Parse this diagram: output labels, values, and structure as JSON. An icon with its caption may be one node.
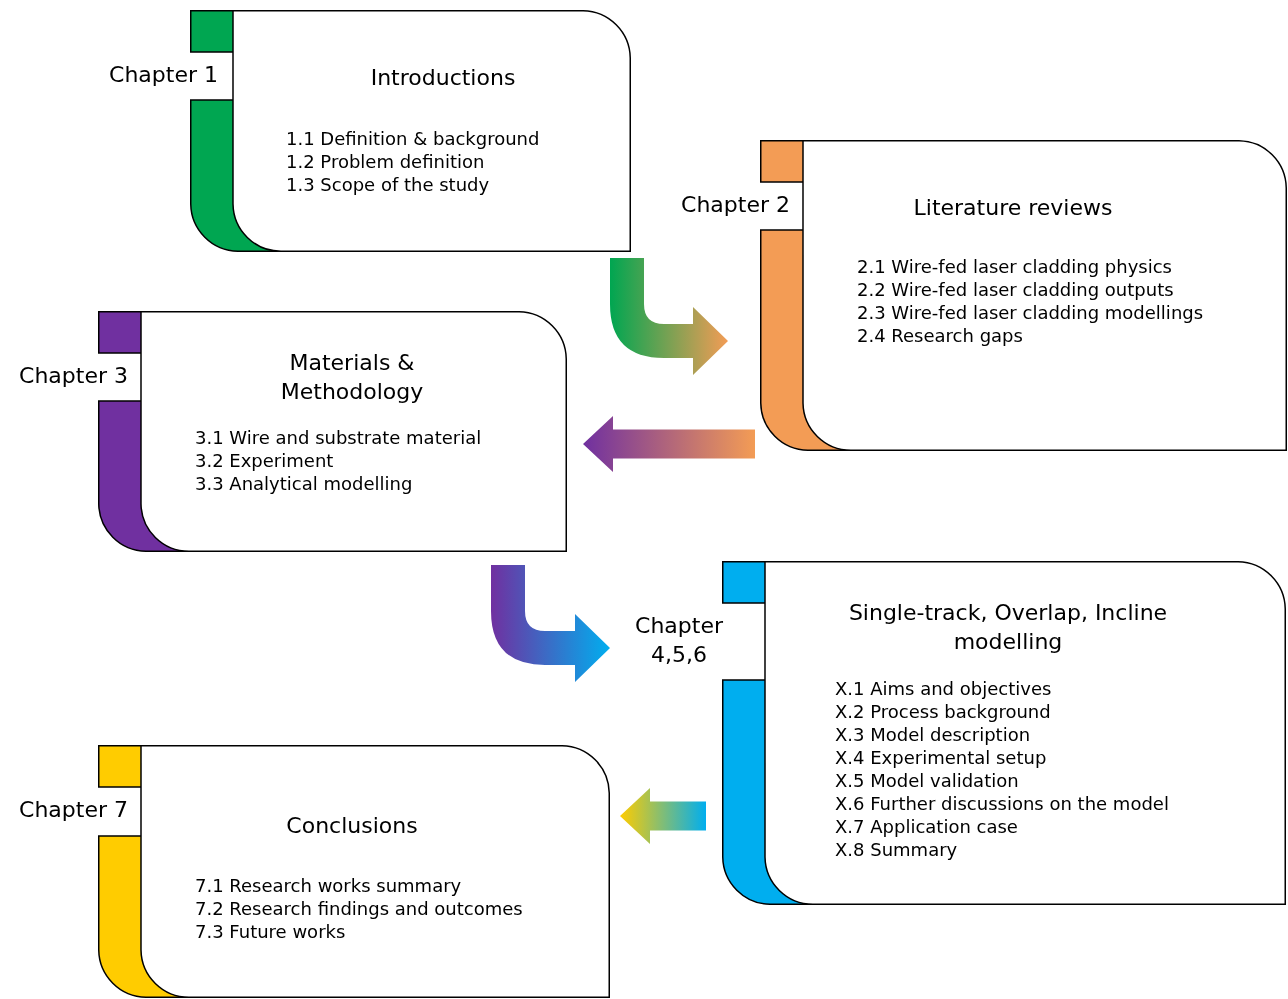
{
  "diagram": {
    "nodes": [
      {
        "text": [
          "Chapter 1",
          "Introductions",
          "1.1 Definition & background",
          "1.2 Problem definition",
          "1.3 Scope of the study"
        ]
      },
      {
        "text": [
          "Chapter 2",
          "Literature reviews",
          "2.1 Wire-fed laser cladding physics",
          "2.2 Wire-fed laser cladding outputs",
          "2.3 Wire-fed laser cladding modellings",
          "2.4 Research gaps"
        ]
      },
      {
        "text": [
          "Chapter 3",
          "Materials & Methodology",
          "3.1 Wire and substrate material",
          "3.2 Experiment",
          "3.3 Analytical modelling"
        ]
      },
      {
        "text": [
          "Chapter 4,5,6",
          "Single-track, Overlap, Incline modelling",
          "X.1 Aims and objectives",
          "X.2 Process background",
          "X.3 Model description",
          "X.4 Experimental setup",
          "X.5 Model validation",
          "X.6 Further discussions on the model",
          "X.7 Application case",
          "X.8 Summary"
        ]
      },
      {
        "text": [
          "Chapter 7",
          "Conclusions",
          "7.1 Research works summary",
          "7.2 Research findings and outcomes",
          "7.3 Future works"
        ]
      }
    ],
    "edges": [
      {
        "from": 0,
        "to": 1,
        "arrow": "to"
      },
      {
        "from": 1,
        "to": 2,
        "arrow": "to"
      },
      {
        "from": 2,
        "to": 3,
        "arrow": "to"
      },
      {
        "from": 3,
        "to": 4,
        "arrow": "to"
      }
    ]
  }
}
